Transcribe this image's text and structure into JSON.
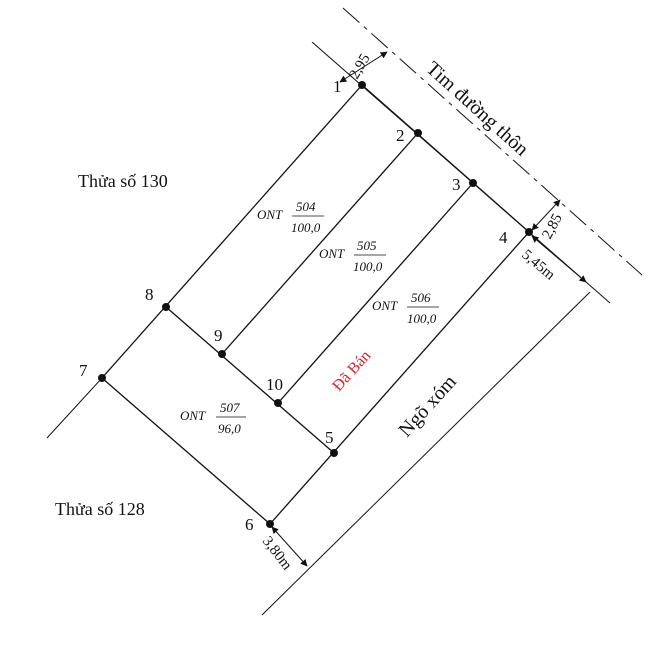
{
  "regions": {
    "north": "Thửa số 130",
    "south": "Thửa số 128"
  },
  "roads": {
    "main": "Tim đường thôn",
    "alley": "Ngõ xóm"
  },
  "points": [
    "1",
    "2",
    "3",
    "4",
    "5",
    "6",
    "7",
    "8",
    "9",
    "10"
  ],
  "parcels": [
    {
      "type": "ONT",
      "number": "504",
      "area": "100,0"
    },
    {
      "type": "ONT",
      "number": "505",
      "area": "100,0"
    },
    {
      "type": "ONT",
      "number": "506",
      "area": "100,0"
    },
    {
      "type": "ONT",
      "number": "507",
      "area": "96,0"
    }
  ],
  "sold_label": "Đã Bán",
  "dimensions": {
    "top": "2,95",
    "right_offset": "2,85",
    "road_width_top": "5,45m",
    "road_width_bottom": "3,80m"
  },
  "colors": {
    "lines": "#111111",
    "sold": "#e0202a"
  }
}
